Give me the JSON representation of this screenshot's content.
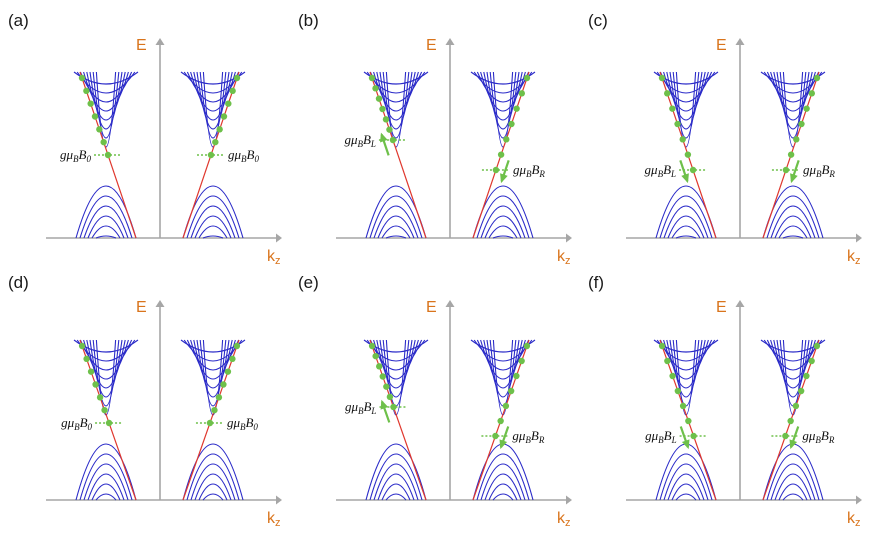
{
  "figure": {
    "axes": {
      "energy_label": "E",
      "k_label": "k",
      "k_subscript": "z"
    },
    "colors": {
      "axis": "#a6a6a6",
      "axis_label": "#d9741c",
      "band": "#2b2bc8",
      "chiral": "#e0382e",
      "marker": "#6ec04a",
      "arrow": "#6ec04a",
      "text": "#111111"
    },
    "panels": [
      {
        "label": "(a)",
        "left_text": "gμ",
        "left_sub1": "B",
        "left_main": "B",
        "left_sub2": "0",
        "right_text": "gμ",
        "right_sub1": "B",
        "right_main": "B",
        "right_sub2": "0",
        "left_arrow": "none",
        "right_arrow": "none"
      },
      {
        "label": "(b)",
        "left_text": "gμ",
        "left_sub1": "B",
        "left_main": "B",
        "left_sub2": "L",
        "right_text": "gμ",
        "right_sub1": "B",
        "right_main": "B",
        "right_sub2": "R",
        "left_arrow": "up",
        "right_arrow": "down"
      },
      {
        "label": "(c)",
        "left_text": "gμ",
        "left_sub1": "B",
        "left_main": "B",
        "left_sub2": "L",
        "right_text": "gμ",
        "right_sub1": "B",
        "right_main": "B",
        "right_sub2": "R",
        "left_arrow": "down",
        "right_arrow": "down"
      },
      {
        "label": "(d)",
        "left_text": "gμ",
        "left_sub1": "B",
        "left_main": "B",
        "left_sub2": "0",
        "right_text": "gμ",
        "right_sub1": "B",
        "right_main": "B",
        "right_sub2": "0",
        "left_arrow": "none",
        "right_arrow": "none"
      },
      {
        "label": "(e)",
        "left_text": "gμ",
        "left_sub1": "B",
        "left_main": "B",
        "left_sub2": "L",
        "right_text": "gμ",
        "right_sub1": "B",
        "right_main": "B",
        "right_sub2": "R",
        "left_arrow": "up",
        "right_arrow": "down"
      },
      {
        "label": "(f)",
        "left_text": "gμ",
        "left_sub1": "B",
        "left_main": "B",
        "left_sub2": "L",
        "right_text": "gμ",
        "right_sub1": "B",
        "right_main": "B",
        "right_sub2": "R",
        "left_arrow": "down",
        "right_arrow": "down"
      }
    ]
  }
}
